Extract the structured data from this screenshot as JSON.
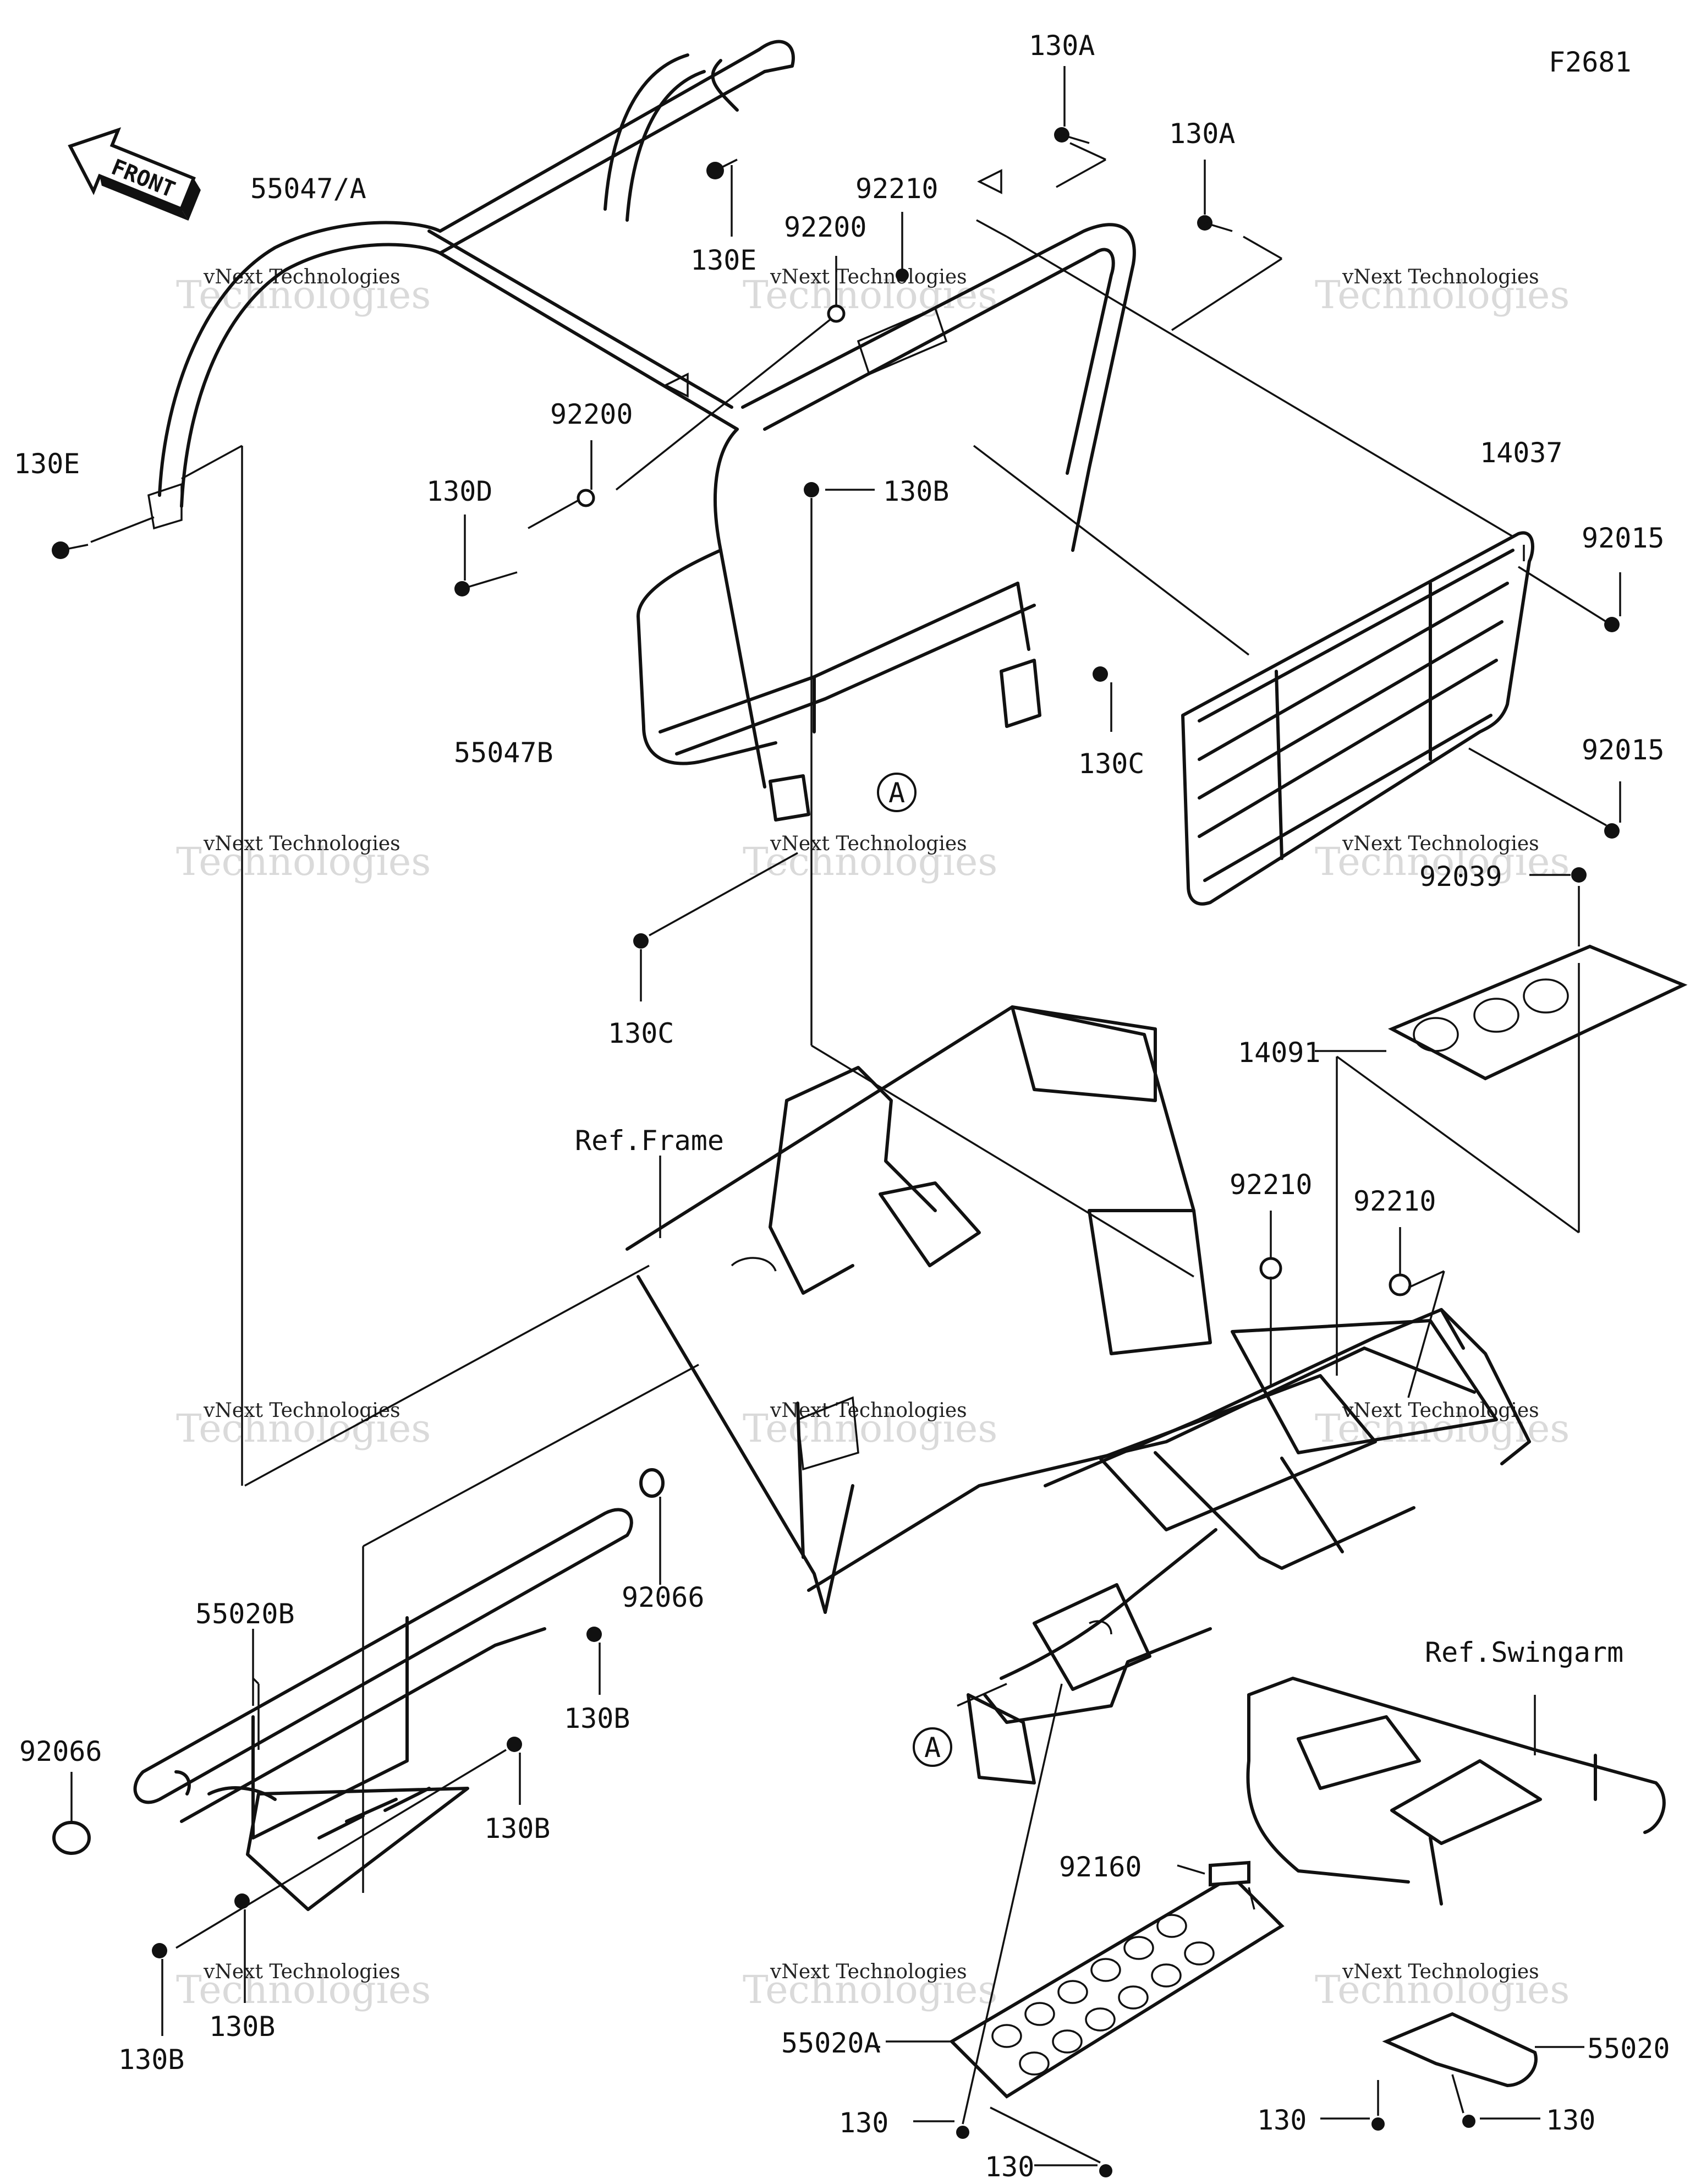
{
  "diagram": {
    "code": "F2681",
    "front_label": "FRONT",
    "watermark": {
      "line1": "vNext Technologies",
      "line2": "Technologies"
    },
    "refs": [
      "Ref.Frame",
      "Ref.Swingarm"
    ],
    "callout": "A",
    "labels": {
      "l_130A_1": "130A",
      "l_130A_2": "130A",
      "l_55047A": "55047/A",
      "l_92210_top": "92210",
      "l_92200_top": "92200",
      "l_130E_top": "130E",
      "l_130E_left": "130E",
      "l_92200_mid": "92200",
      "l_130D": "130D",
      "l_130B_top": "130B",
      "l_14037": "14037",
      "l_92015_1": "92015",
      "l_92015_2": "92015",
      "l_55047B": "55047B",
      "l_130C_right": "130C",
      "l_92039": "92039",
      "l_130C_left": "130C",
      "l_14091": "14091",
      "l_92210_a": "92210",
      "l_92210_b": "92210",
      "l_92066_mid": "92066",
      "l_55020B": "55020B",
      "l_130B_r1": "130B",
      "l_92066_left": "92066",
      "l_130B_r2": "130B",
      "l_130B_b1": "130B",
      "l_130B_b2": "130B",
      "l_92160": "92160",
      "l_55020A": "55020A",
      "l_130_a": "130",
      "l_130_b": "130",
      "l_130_c": "130",
      "l_130_d": "130",
      "l_55020": "55020"
    }
  }
}
